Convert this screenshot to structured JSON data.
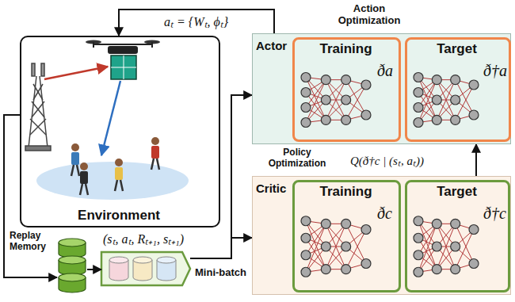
{
  "diagram": {
    "nodes": [
      {
        "text": [
          "Environment"
        ]
      },
      {
        "text": [
          "Actor"
        ]
      },
      {
        "text": [
          "Training",
          "ða"
        ],
        "in": 1
      },
      {
        "text": [
          "Target",
          "ð†a"
        ],
        "in": 1
      },
      {
        "text": [
          "Critic"
        ]
      },
      {
        "text": [
          "Training",
          "ðc"
        ],
        "in": 4
      },
      {
        "text": [
          "Target",
          "ð†c"
        ],
        "in": 4
      },
      {
        "text": [
          "Replay Memory"
        ]
      },
      {
        "text": [
          "Mini-batch"
        ]
      }
    ],
    "edges": [
      {
        "from": 1,
        "to": 0,
        "label": "aₜ = {Wₜ, ϕₜ}",
        "arrow": "to"
      },
      {
        "from": 0,
        "to": 7,
        "arrow": "to"
      },
      {
        "from": 7,
        "to": 8,
        "arrow": "to"
      },
      {
        "from": 8,
        "to": 1,
        "arrow": "to"
      },
      {
        "from": 8,
        "to": 4,
        "arrow": "to"
      },
      {
        "from": 6,
        "to": 1,
        "label": "Q(ð†c | (sₜ, aₜ))",
        "arrow": "to"
      }
    ],
    "labels": [
      "Action Optimization",
      "Policy Optimization",
      "(sₜ, aₜ, Rₜ₊₁, sₜ₊₁)"
    ]
  }
}
